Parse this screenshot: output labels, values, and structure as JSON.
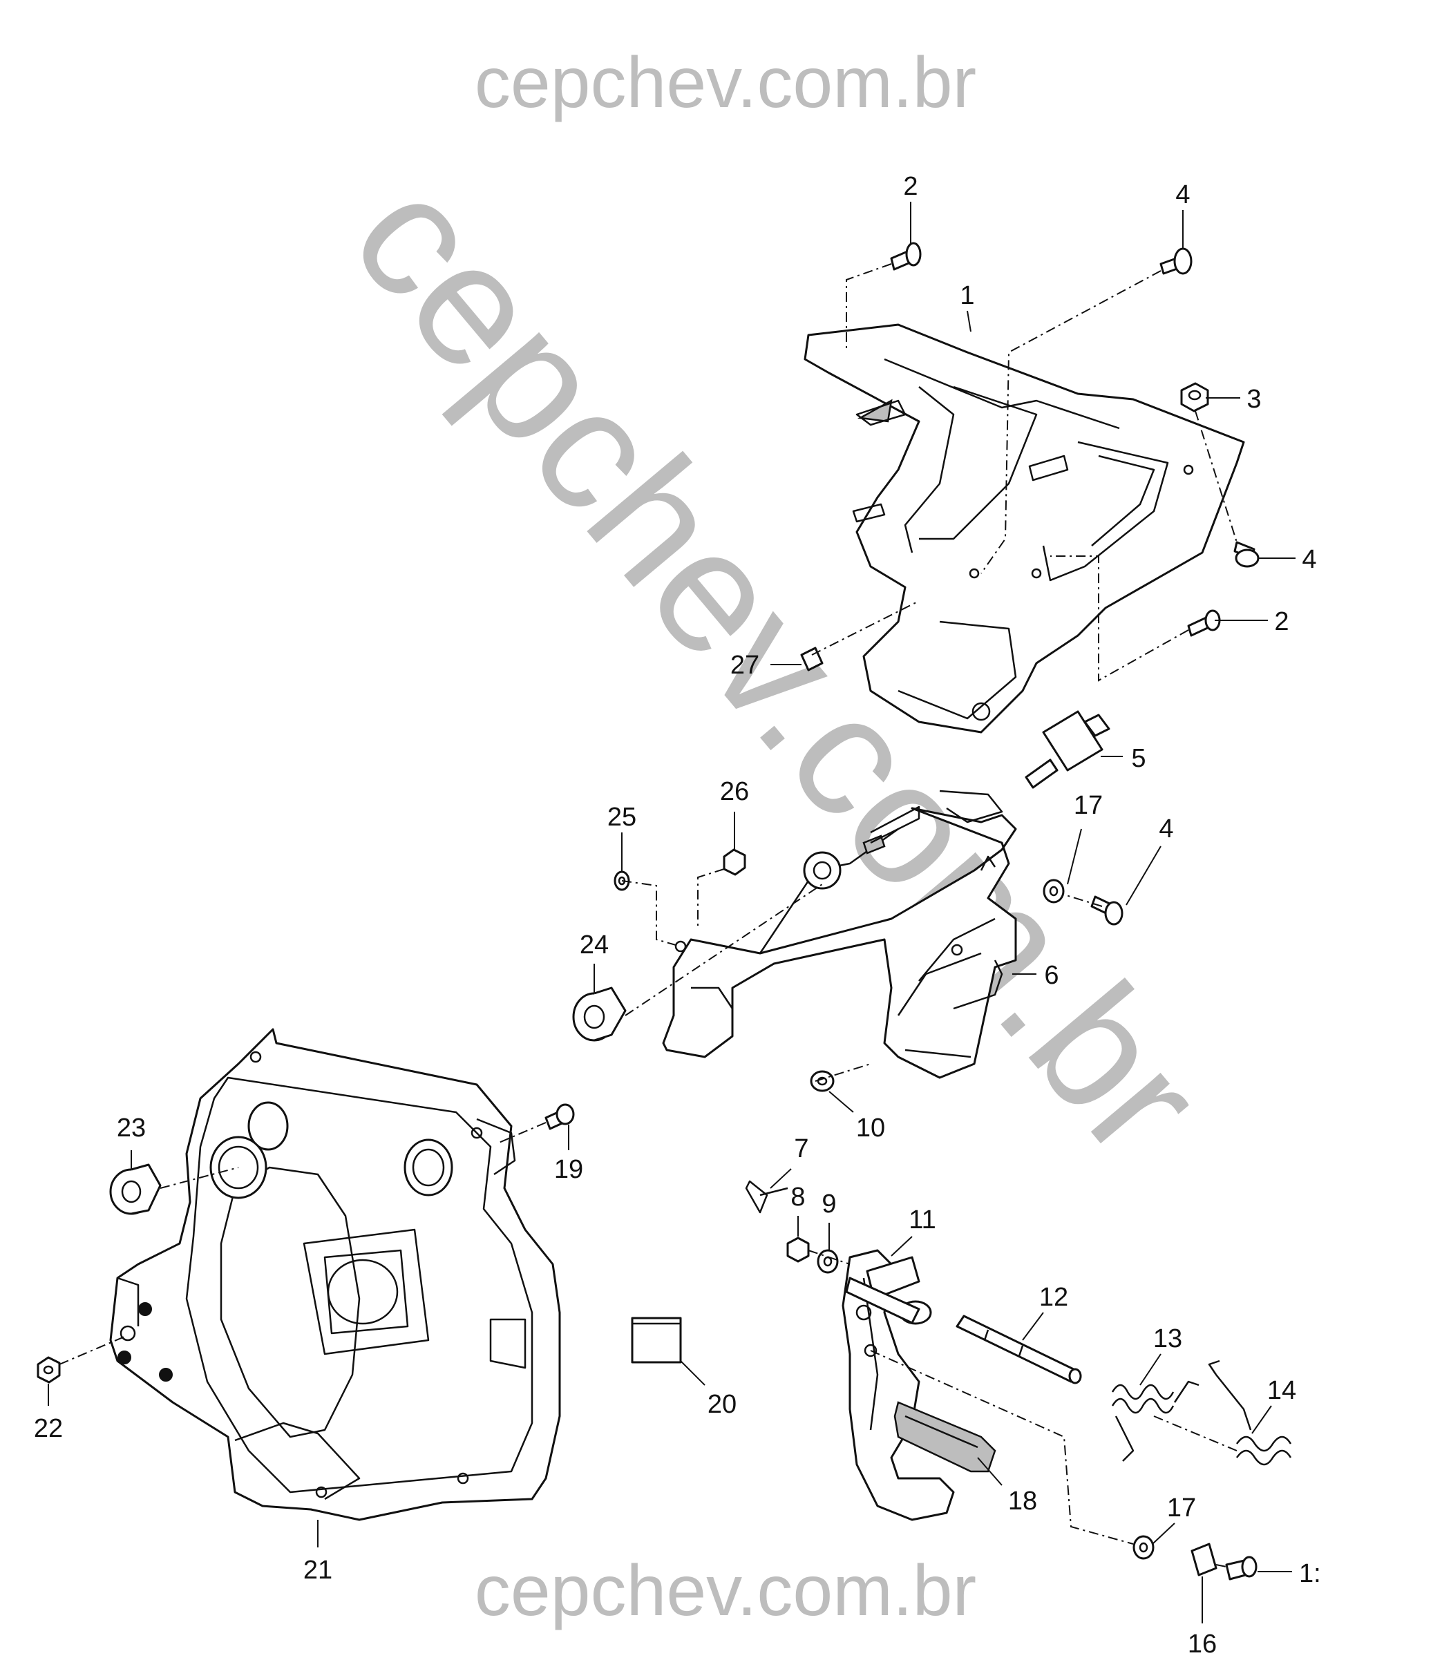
{
  "watermarks": {
    "top": "cepchev.com.br",
    "bottom": "cepchev.com.br",
    "diagonal": "cepchev.com.br"
  },
  "callouts": {
    "c1": "1",
    "c2a": "2",
    "c2b": "2",
    "c3": "3",
    "c4a": "4",
    "c4b": "4",
    "c4c": "4",
    "c5": "5",
    "c6": "6",
    "c7": "7",
    "c8": "8",
    "c9": "9",
    "c10": "10",
    "c11": "11",
    "c12": "12",
    "c13": "13",
    "c14": "14",
    "c15": "1:",
    "c16": "16",
    "c17a": "17",
    "c17b": "17",
    "c18": "18",
    "c19": "19",
    "c20": "20",
    "c21": "21",
    "c22": "22",
    "c23": "23",
    "c24": "24",
    "c25": "25",
    "c26": "26",
    "c27": "27"
  }
}
